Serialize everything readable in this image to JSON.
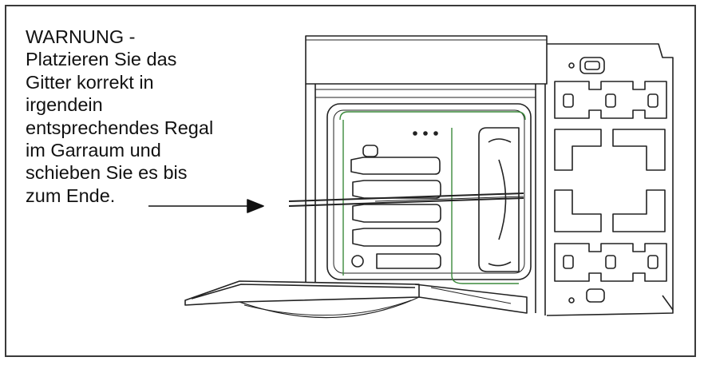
{
  "warning": {
    "lines": [
      "WARNUNG -",
      "Platzieren Sie das",
      "Gitter korrekt in",
      "irgendein",
      "entsprechendes Regal",
      "im Garraum und",
      "schieben Sie es bis",
      "zum Ende."
    ]
  },
  "illustration": {
    "subject": "oven-with-rack-diagram",
    "line_color": "#222222",
    "accent_color": "#3c8a3c"
  }
}
